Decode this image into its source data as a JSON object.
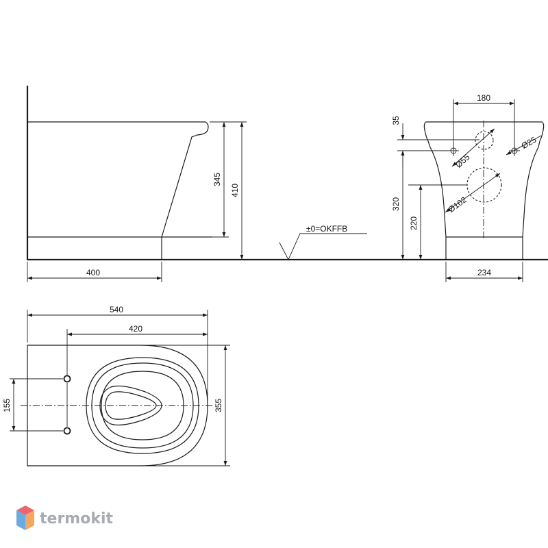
{
  "dimensions": {
    "side_width": "400",
    "side_inner_height": "345",
    "side_total_height": "410",
    "floor_label": "±0=OKFFB",
    "front_hole_spacing": "180",
    "front_top_offset": "35",
    "front_hole_diameter_small": "Ø55",
    "front_hole_diameter_bolt": "Ø25",
    "front_outlet_diameter": "Ø102",
    "front_total_height": "320",
    "front_outlet_height": "220",
    "front_base_width": "234",
    "plan_length": "540",
    "plan_length_from_holes": "420",
    "plan_hole_spacing": "155",
    "plan_width": "355"
  },
  "brand": {
    "name": "termokit",
    "colors": {
      "top": "#e8343c",
      "left": "#3a8fd8",
      "right": "#f08a2c",
      "text": "#8a9098"
    }
  }
}
